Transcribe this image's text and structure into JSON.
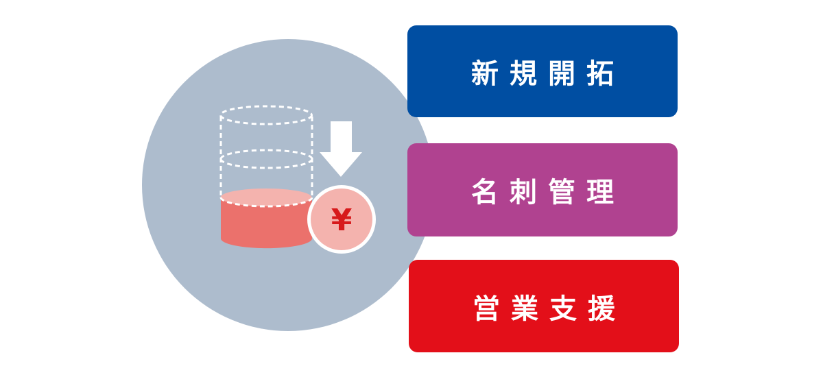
{
  "colors": {
    "circle": "#adbccd",
    "cylinder_top": "#f4b3ae",
    "cylinder_body": "#eb716c",
    "yen": "#d7191b",
    "box_blue": "#004ea2",
    "box_purple": "#b04290",
    "box_red": "#e30f19"
  },
  "icons": {
    "yen": "yen-coin-icon",
    "arrow": "arrow-down-icon",
    "cylinder": "cost-cylinder-icon"
  },
  "yen_symbol": "¥",
  "boxes": [
    {
      "label": "新規開拓"
    },
    {
      "label": "名刺管理"
    },
    {
      "label": "営業支援"
    }
  ]
}
